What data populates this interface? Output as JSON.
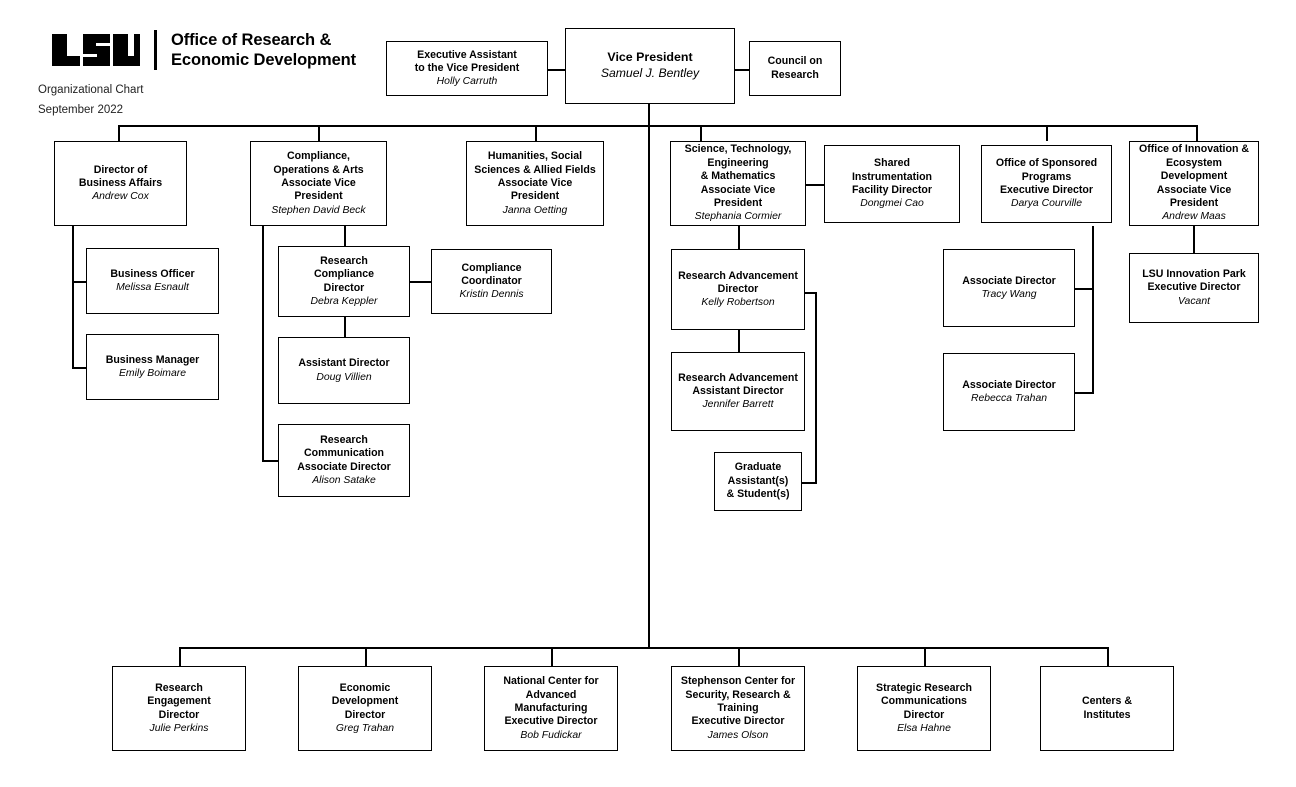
{
  "header": {
    "logo_alt": "LSU",
    "org_name_line1": "Office of Research &",
    "org_name_line2": "Economic Development",
    "doc_type": "Organizational Chart",
    "doc_date": "September 2022"
  },
  "chart_data": {
    "type": "diagram",
    "title": "LSU Office of Research & Economic Development Organizational Chart",
    "subtitle": "September 2022",
    "nodes": [
      {
        "id": "vp",
        "title": "Vice President",
        "person": "Samuel J. Bentley"
      },
      {
        "id": "exec-asst",
        "title": "Executive Assistant\nto the Vice President",
        "person": "Holly Carruth"
      },
      {
        "id": "council",
        "title": "Council on\nResearch",
        "person": ""
      },
      {
        "id": "biz-affairs",
        "title": "Director of\nBusiness Affairs",
        "person": "Andrew Cox"
      },
      {
        "id": "biz-officer",
        "title": "Business Officer",
        "person": "Melissa Esnault"
      },
      {
        "id": "biz-manager",
        "title": "Business Manager",
        "person": "Emily Boimare"
      },
      {
        "id": "compliance-avp",
        "title": "Compliance,\nOperations & Arts\nAssociate Vice\nPresident",
        "person": "Stephen David Beck"
      },
      {
        "id": "res-compliance",
        "title": "Research\nCompliance\nDirector",
        "person": "Debra Keppler"
      },
      {
        "id": "comp-coord",
        "title": "Compliance\nCoordinator",
        "person": "Kristin Dennis"
      },
      {
        "id": "asst-director",
        "title": "Assistant Director",
        "person": "Doug Villien"
      },
      {
        "id": "res-comm",
        "title": "Research\nCommunication\nAssociate Director",
        "person": "Alison Satake"
      },
      {
        "id": "humanities-avp",
        "title": "Humanities, Social\nSciences & Allied Fields\nAssociate Vice\nPresident",
        "person": "Janna Oetting"
      },
      {
        "id": "stem-avp",
        "title": "Science, Technology,\nEngineering\n& Mathematics\nAssociate Vice\nPresident",
        "person": "Stephania Cormier"
      },
      {
        "id": "shared-instr",
        "title": "Shared\nInstrumentation\nFacility Director",
        "person": "Dongmei Cao"
      },
      {
        "id": "res-adv-dir",
        "title": "Research Advancement\nDirector",
        "person": "Kelly Robertson"
      },
      {
        "id": "res-adv-asst",
        "title": "Research Advancement\nAssistant Director",
        "person": "Jennifer Barrett"
      },
      {
        "id": "grad-asst",
        "title": "Graduate\nAssistant(s)\n& Student(s)",
        "person": ""
      },
      {
        "id": "osp",
        "title": "Office of Sponsored\nPrograms\nExecutive Director",
        "person": "Darya Courville"
      },
      {
        "id": "assoc-wang",
        "title": "Associate Director",
        "person": "Tracy Wang"
      },
      {
        "id": "assoc-trahan",
        "title": "Associate Director",
        "person": "Rebecca Trahan"
      },
      {
        "id": "innovation-avp",
        "title": "Office of Innovation &\nEcosystem\nDevelopment\nAssociate Vice\nPresident",
        "person": "Andrew Maas"
      },
      {
        "id": "innov-park",
        "title": "LSU Innovation Park\nExecutive Director",
        "person": "Vacant"
      },
      {
        "id": "res-engage",
        "title": "Research\nEngagement\nDirector",
        "person": "Julie Perkins"
      },
      {
        "id": "econ-dev",
        "title": "Economic\nDevelopment\nDirector",
        "person": "Greg Trahan"
      },
      {
        "id": "ncam",
        "title": "National Center for\nAdvanced\nManufacturing\nExecutive Director",
        "person": "Bob Fudickar"
      },
      {
        "id": "stephenson",
        "title": "Stephenson Center for\nSecurity, Research &\nTraining\nExecutive Director",
        "person": "James Olson"
      },
      {
        "id": "strat-comm",
        "title": "Strategic Research\nCommunications\nDirector",
        "person": "Elsa Hahne"
      },
      {
        "id": "centers",
        "title": "Centers &\nInstitutes",
        "person": ""
      }
    ],
    "edges": [
      {
        "from": "vp",
        "to": "exec-asst"
      },
      {
        "from": "vp",
        "to": "council"
      },
      {
        "from": "vp",
        "to": "biz-affairs"
      },
      {
        "from": "vp",
        "to": "compliance-avp"
      },
      {
        "from": "vp",
        "to": "humanities-avp"
      },
      {
        "from": "vp",
        "to": "stem-avp"
      },
      {
        "from": "vp",
        "to": "osp"
      },
      {
        "from": "vp",
        "to": "innovation-avp"
      },
      {
        "from": "biz-affairs",
        "to": "biz-officer"
      },
      {
        "from": "biz-affairs",
        "to": "biz-manager"
      },
      {
        "from": "compliance-avp",
        "to": "res-compliance"
      },
      {
        "from": "compliance-avp",
        "to": "res-comm"
      },
      {
        "from": "res-compliance",
        "to": "comp-coord"
      },
      {
        "from": "res-compliance",
        "to": "asst-director"
      },
      {
        "from": "stem-avp",
        "to": "shared-instr"
      },
      {
        "from": "stem-avp",
        "to": "res-adv-dir"
      },
      {
        "from": "res-adv-dir",
        "to": "res-adv-asst"
      },
      {
        "from": "res-adv-dir",
        "to": "grad-asst"
      },
      {
        "from": "osp",
        "to": "assoc-wang"
      },
      {
        "from": "osp",
        "to": "assoc-trahan"
      },
      {
        "from": "innovation-avp",
        "to": "innov-park"
      },
      {
        "from": "vp",
        "to": "res-engage"
      },
      {
        "from": "vp",
        "to": "econ-dev"
      },
      {
        "from": "vp",
        "to": "ncam"
      },
      {
        "from": "vp",
        "to": "stephenson"
      },
      {
        "from": "vp",
        "to": "strat-comm"
      },
      {
        "from": "vp",
        "to": "centers"
      }
    ]
  },
  "colors": {
    "line": "#000000",
    "text": "#000000",
    "background": "#ffffff"
  }
}
